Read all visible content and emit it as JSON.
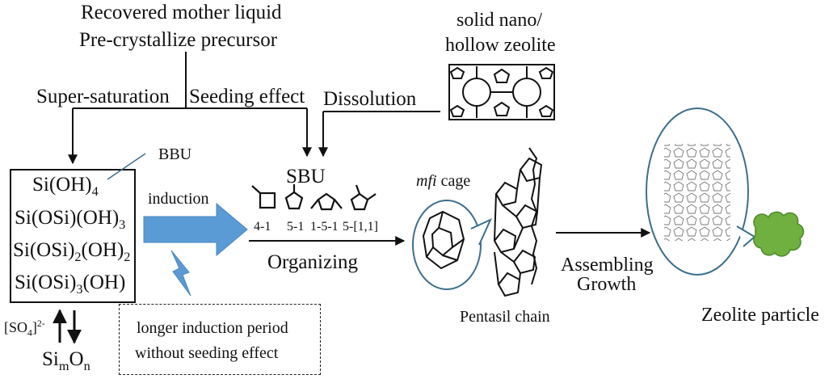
{
  "inputs": {
    "recovered_mother_liquid": "Recovered mother liquid",
    "pre_crystallize_precursor": "Pre-crystallize precursor",
    "super_saturation": "Super-saturation",
    "seeding_effect": "Seeding effect",
    "dissolution": "Dissolution",
    "solid_zeolite_line1": "solid nano/",
    "solid_zeolite_line2": "hollow zeolite"
  },
  "bbu": {
    "label": "BBU",
    "species": [
      [
        "Si(OH)",
        "4",
        "",
        "",
        ""
      ],
      [
        "Si(OSi)(OH)",
        "3",
        "",
        "",
        ""
      ],
      [
        "Si(OSi)",
        "2",
        "(OH)",
        "2",
        ""
      ],
      [
        "Si(OSi)",
        "3",
        "(OH)",
        "",
        ""
      ]
    ],
    "sulfate": "[SO",
    "sulfate_sub": "4",
    "sulfate_close": "]",
    "sulfate_sup": "2-",
    "oxide_si": "Si",
    "oxide_m": "m",
    "oxide_o": "O",
    "oxide_n": "n"
  },
  "process": {
    "induction": "induction",
    "organizing": "Organizing",
    "assembling": "Assembling",
    "growth": "Growth"
  },
  "sbu": {
    "title": "SBU",
    "units": [
      "4-1",
      "5-1",
      "1-5-1",
      "5-[1,1]"
    ]
  },
  "structure": {
    "mfi": "mfi",
    "cage": " cage",
    "pentasil_chain": "Pentasil chain",
    "zeolite_particle": "Zeolite particle"
  },
  "note": {
    "line1": "longer induction period",
    "line2": "without seeding effect"
  },
  "colors": {
    "arrow_blue": "#5b9bd5",
    "callout_blue": "#3d6e8c",
    "particle_green": "#70b041"
  }
}
